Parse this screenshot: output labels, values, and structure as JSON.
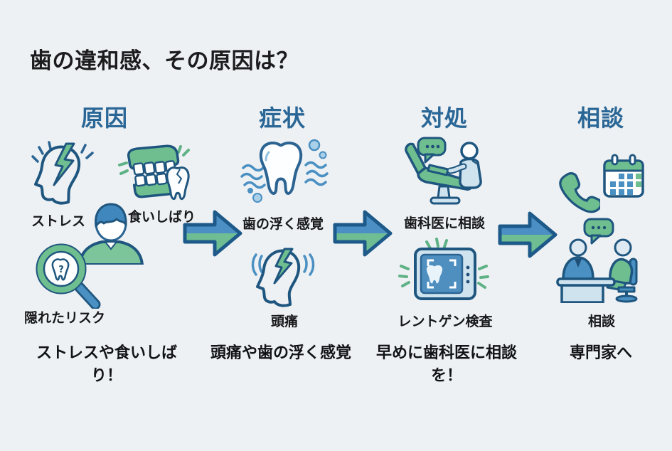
{
  "title": "歯の違和感、その原因は？",
  "icons": {
    "question_mark": "?"
  },
  "colors": {
    "background": "#eef1f4",
    "header_blue": "#2a6796",
    "text_dark": "#1c1c1e",
    "accent_green": "#6fbe8f",
    "accent_blue": "#4a90c2",
    "outline_navy": "#235a83",
    "light_blue": "#cfe3ef"
  },
  "columns": [
    {
      "header": "原因",
      "items": [
        {
          "icon": "stress-head-icon",
          "label": "ストレス"
        },
        {
          "icon": "clenching-teeth-icon",
          "label": "食いしばり"
        },
        {
          "icon": "person-icon",
          "label": ""
        },
        {
          "icon": "magnifier-tooth-icon",
          "label": "隠れたリスク"
        }
      ],
      "caption": "ストレスや食いしばり！"
    },
    {
      "header": "症状",
      "items": [
        {
          "icon": "floating-tooth-icon",
          "label": "歯の浮く感覚"
        },
        {
          "icon": "headache-icon",
          "label": "頭痛"
        }
      ],
      "caption": "頭痛や歯の浮く感覚"
    },
    {
      "header": "対処",
      "items": [
        {
          "icon": "dentist-chair-icon",
          "label": "歯科医に相談"
        },
        {
          "icon": "xray-icon",
          "label": "レントゲン検査"
        }
      ],
      "caption": "早めに歯科医に相談を！"
    },
    {
      "header": "相談",
      "items": [
        {
          "icon": "phone-icon",
          "label": ""
        },
        {
          "icon": "calendar-icon",
          "label": ""
        },
        {
          "icon": "consultation-desk-icon",
          "label": "相談"
        }
      ],
      "caption": "専門家へ"
    }
  ]
}
